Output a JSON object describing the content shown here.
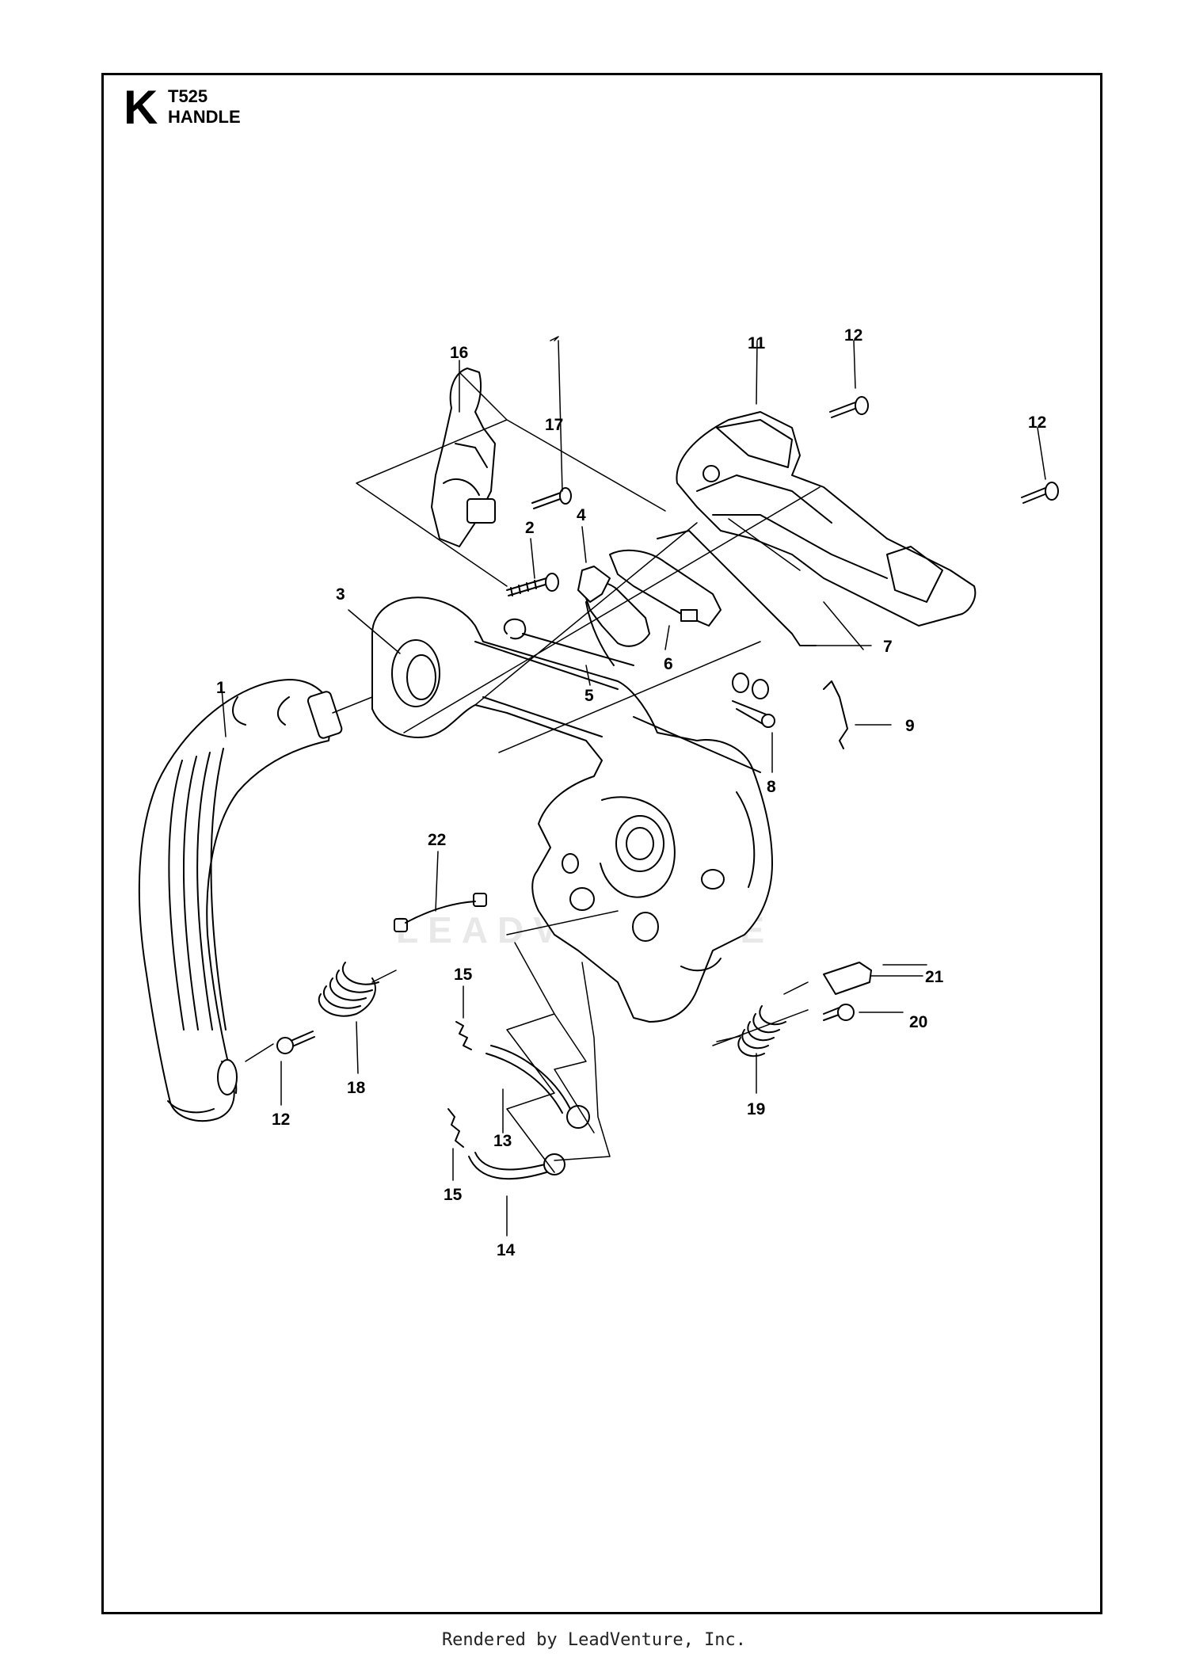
{
  "header": {
    "section_letter": "K",
    "model": "T525",
    "title": "HANDLE"
  },
  "watermark": "LEADVENTURE",
  "footer": "Rendered by LeadVenture, Inc.",
  "callouts": [
    {
      "id": "c1",
      "number": "1"
    },
    {
      "id": "c2",
      "number": "2"
    },
    {
      "id": "c3",
      "number": "3"
    },
    {
      "id": "c4",
      "number": "4"
    },
    {
      "id": "c5",
      "number": "5"
    },
    {
      "id": "c6",
      "number": "6"
    },
    {
      "id": "c7",
      "number": "7"
    },
    {
      "id": "c8",
      "number": "8"
    },
    {
      "id": "c9",
      "number": "9"
    },
    {
      "id": "c11",
      "number": "11"
    },
    {
      "id": "c12a",
      "number": "12"
    },
    {
      "id": "c12b",
      "number": "12"
    },
    {
      "id": "c12c",
      "number": "12"
    },
    {
      "id": "c13",
      "number": "13"
    },
    {
      "id": "c14",
      "number": "14"
    },
    {
      "id": "c15a",
      "number": "15"
    },
    {
      "id": "c15b",
      "number": "15"
    },
    {
      "id": "c16",
      "number": "16"
    },
    {
      "id": "c17",
      "number": "17"
    },
    {
      "id": "c18",
      "number": "18"
    },
    {
      "id": "c19",
      "number": "19"
    },
    {
      "id": "c20",
      "number": "20"
    },
    {
      "id": "c21",
      "number": "21"
    },
    {
      "id": "c22",
      "number": "22"
    }
  ],
  "colors": {
    "line": "#000000",
    "background": "#ffffff",
    "watermark": "#e8e8e8"
  }
}
